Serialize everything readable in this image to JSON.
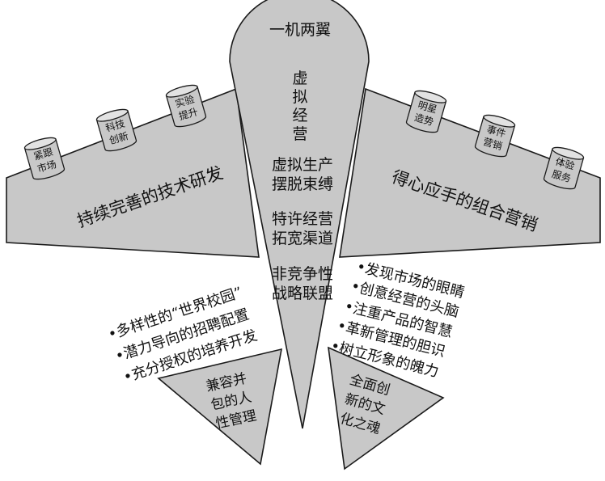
{
  "center": {
    "title": "一机两翼",
    "label1": [
      "虚",
      "拟",
      "经",
      "营"
    ],
    "label2": [
      "虚拟生产",
      "摆脱束缚"
    ],
    "label3": [
      "特许经营",
      "拓宽渠道"
    ],
    "label4": [
      "非竞争性",
      "战略联盟"
    ]
  },
  "left_wing": {
    "label": "持续完善的技术研发",
    "cans": [
      {
        "lines": [
          "紧跟",
          "市场"
        ]
      },
      {
        "lines": [
          "科技",
          "创新"
        ]
      },
      {
        "lines": [
          "实验",
          "提升"
        ]
      }
    ]
  },
  "right_wing": {
    "label": "得心应手的组合营销",
    "cans": [
      {
        "lines": [
          "明星",
          "造势"
        ]
      },
      {
        "lines": [
          "事件",
          "营销"
        ]
      },
      {
        "lines": [
          "体验",
          "服务"
        ]
      }
    ]
  },
  "left_bullets": [
    "•多样性的“世界校园”",
    "•潜力导向的招聘配置",
    "•充分授权的培养开发"
  ],
  "right_bullets": [
    "•发现市场的眼睛",
    "•创意经营的头脑",
    "•注重产品的智慧",
    "•革新管理的胆识",
    "•树立形象的魄力"
  ],
  "left_triangle": [
    "兼容并",
    "包的人",
    "性管理"
  ],
  "right_triangle": [
    "全面创",
    "新的文",
    "化之魂"
  ]
}
